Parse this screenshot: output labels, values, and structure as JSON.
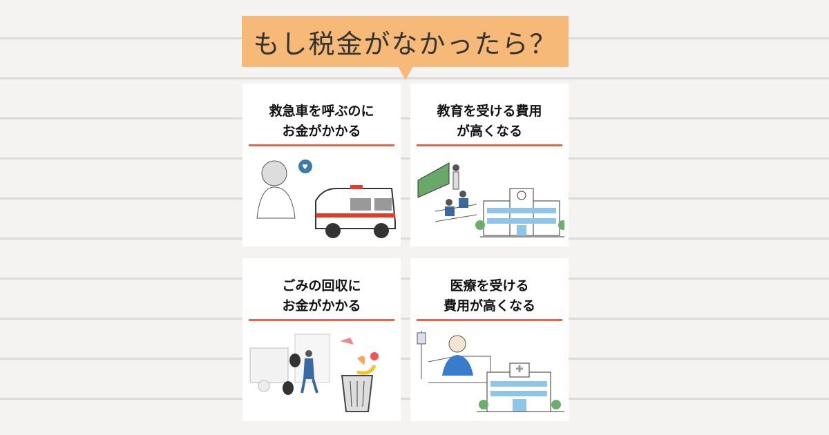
{
  "title": "もし税金がなかったら？",
  "cards": [
    {
      "line1": "救急車を呼ぶのに",
      "line2": "お金がかかる",
      "illustration": "ambulance-icon"
    },
    {
      "line1": "教育を受ける費用",
      "line2": "が高くなる",
      "illustration": "school-icon"
    },
    {
      "line1": "ごみの回収に",
      "line2": "お金がかかる",
      "illustration": "garbage-icon"
    },
    {
      "line1": "医療を受ける",
      "line2": "費用が高くなる",
      "illustration": "hospital-icon"
    }
  ],
  "colors": {
    "title_bg": "#f6b978",
    "underline": "#f2613f"
  }
}
